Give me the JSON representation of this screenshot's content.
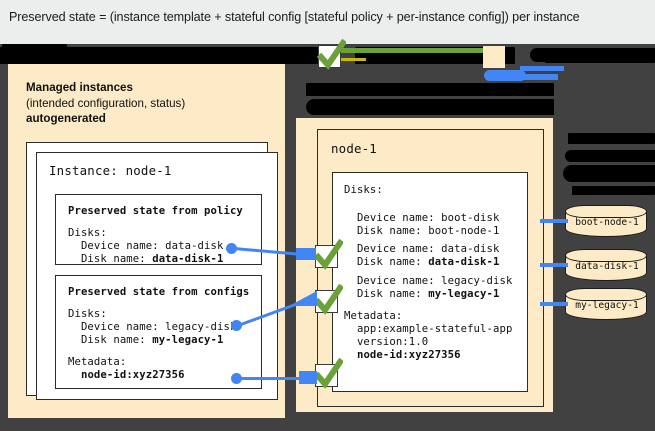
{
  "caption": {
    "text": "Preserved state = (instance template + stateful config [stateful policy + per-instance config]) per instance"
  },
  "colors": {
    "canvas_dark": "#414141",
    "panel_cream": "#fdeac6",
    "accent_blue": "#4285f4",
    "check_green": "#6aa138",
    "redaction_black": "#000000",
    "caption_bg": "#eceded"
  },
  "left_panel": {
    "name": "managed-instances-panel",
    "title_line1": "Managed instances",
    "title_line2": "(intended configuration, status)",
    "title_line3": "autogenerated",
    "instance_card": {
      "title": "Instance: node-1",
      "boxes": [
        {
          "name": "preserved-state-from-policy",
          "heading": "Preserved state from policy",
          "lines": [
            {
              "text": "Disks:",
              "bold": false
            },
            {
              "text": "  Device name: data-disk",
              "bold": false
            },
            {
              "text": "  Disk name: ",
              "bold_tail": "data-disk-1"
            }
          ]
        },
        {
          "name": "preserved-state-from-configs",
          "heading": "Preserved state from configs",
          "lines": [
            {
              "text": "Disks:",
              "bold": false
            },
            {
              "text": "  Device name: legacy-disk",
              "bold": false
            },
            {
              "text": "  Disk name: ",
              "bold_tail": "my-legacy-1"
            },
            {
              "text": "",
              "bold": false
            },
            {
              "text": "Metadata:",
              "bold": false
            },
            {
              "text": "  ",
              "bold_tail": "node-id:xyz27356"
            }
          ]
        }
      ]
    }
  },
  "right_panel": {
    "name": "actual-instance-panel",
    "node_title": "node-1",
    "disks_label": "Disks:",
    "entries": [
      {
        "device": "  Device name: boot-disk",
        "disk": "  Disk name: boot-node-1",
        "disk_bold": false,
        "checked": false
      },
      {
        "device": "  Device name: data-disk",
        "disk": "  Disk name: ",
        "disk_bold": "data-disk-1",
        "checked": true
      },
      {
        "device": "  Device name: legacy-disk",
        "disk": "  Disk name: ",
        "disk_bold": "my-legacy-1",
        "checked": true
      }
    ],
    "metadata_label": "Metadata:",
    "metadata_lines": [
      {
        "text": "  app:example-stateful-app",
        "bold": false
      },
      {
        "text": "  version:1.0",
        "bold": false
      },
      {
        "text": "  ",
        "bold_tail": "node-id:xyz27356",
        "checked": true
      }
    ]
  },
  "disks": [
    {
      "name": "disk-boot-node-1",
      "label": "boot-node-1"
    },
    {
      "name": "disk-data-disk-1",
      "label": "data-disk-1"
    },
    {
      "name": "disk-my-legacy-1",
      "label": "my-legacy-1"
    }
  ]
}
